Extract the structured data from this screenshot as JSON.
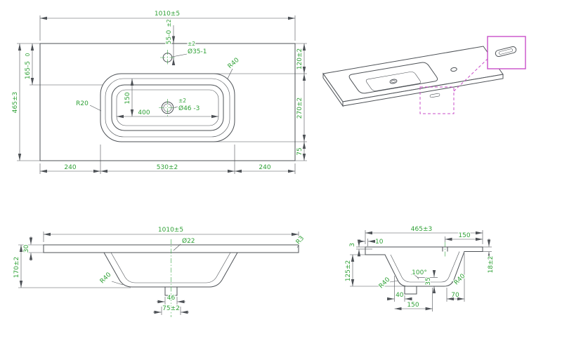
{
  "colors": {
    "line": "#4d5156",
    "dimension_text": "#2fa136",
    "centerline": "#33a33f",
    "detail_callout": "#c94fc9",
    "background": "#ffffff"
  },
  "plan": {
    "width": "1010±5",
    "tap_offset_tol": "±2",
    "tap_offset": "55-0",
    "tap_hole_tol": "±2",
    "tap_hole_dia": "Ø35-1",
    "corner_radius": "R40",
    "top_to_basin": "120±2",
    "basin_depth": "270±2",
    "basin_to_front": "75",
    "overall_depth": "465±3",
    "left_edge_tol": "0",
    "left_edge": "165-5",
    "basin_corner_radius": "R20",
    "basin_bottom_depth": "150",
    "basin_bottom_width": "400",
    "drain_tol": "±2",
    "drain_dia": "Ø46 -3",
    "bottom_left": "240",
    "bottom_center": "530±2",
    "bottom_right": "240"
  },
  "front": {
    "width": "1010±5",
    "drain_hole_dia": "Ø22",
    "edge_radius": "R3",
    "top_thickness": "30",
    "overall_height": "170±2",
    "bowl_radius": "R40",
    "drain_width": "46",
    "drain_stub_width": "75±2"
  },
  "side": {
    "depth": "465±3",
    "front_lip": "10",
    "tap_to_back": "150",
    "back_edge_thickness": "18±2",
    "front_step": "3",
    "bowl_height": "125±2",
    "wall_angle": "100°",
    "drain_stub_height": "35",
    "bowl_radius_front": "R40",
    "bowl_radius_back": "R40",
    "bottom_front": "40",
    "bottom_center": "150",
    "bottom_back": "70"
  }
}
